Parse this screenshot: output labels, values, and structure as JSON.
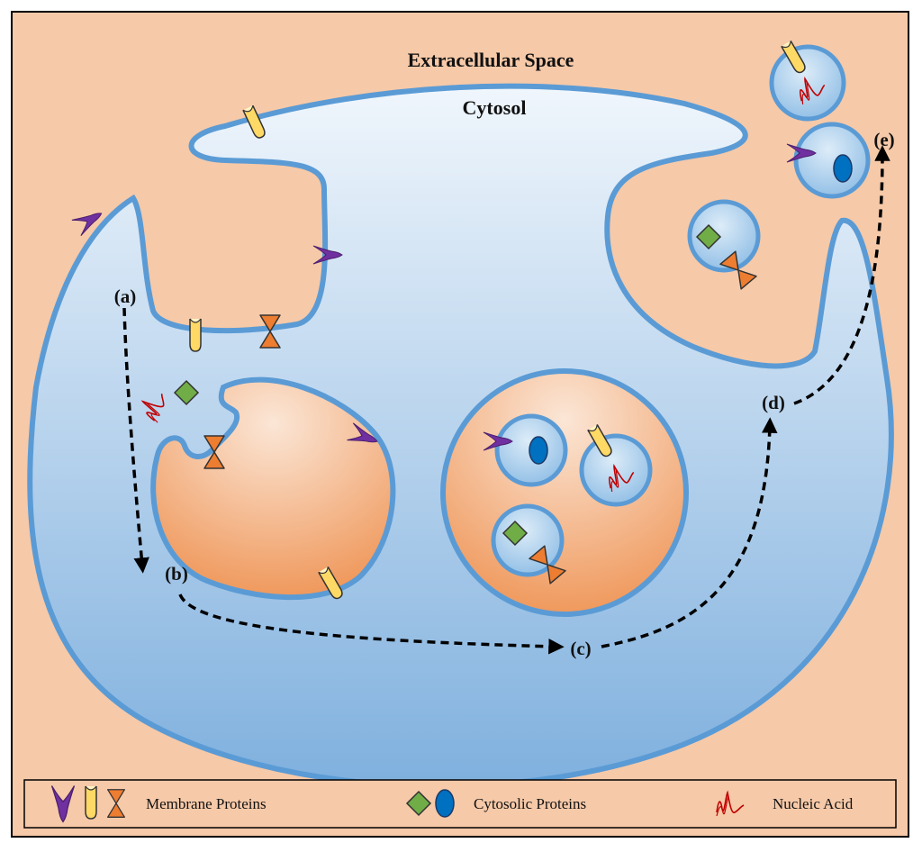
{
  "labels": {
    "extracellular": "Extracellular Space",
    "cytosol": "Cytosol"
  },
  "steps": [
    "(a)",
    "(b)",
    "(c)",
    "(d)",
    "(e)"
  ],
  "legend": {
    "membrane_proteins": "Membrane Proteins",
    "cytosolic_proteins": "Cytosolic Proteins",
    "nucleic_acid": "Nucleic Acid"
  },
  "colors": {
    "background": "#f6c9a8",
    "cell_fill": "#a9cdeb",
    "membrane": "#5b9bd5",
    "endosome_fill": "#f2a068",
    "purple_protein": "#7030a0",
    "yellow_protein": "#ffd966",
    "orange_protein": "#ed7d31",
    "green_protein": "#70ad47",
    "blue_protein": "#0070c0",
    "nucleic_acid": "#c00000"
  }
}
